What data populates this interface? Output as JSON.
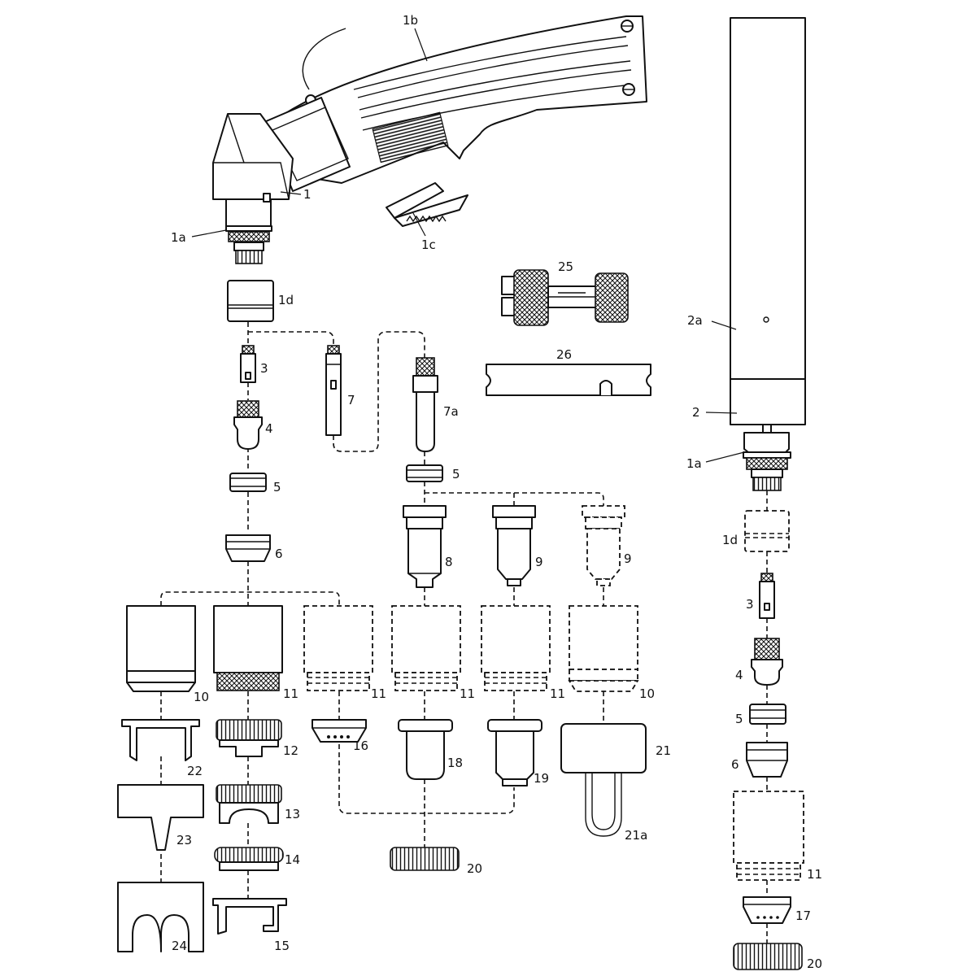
{
  "labels": {
    "p1": "1",
    "p1a": "1a",
    "p1b": "1b",
    "p1c": "1c",
    "p1d": "1d",
    "p1a_r": "1a",
    "p1d_r": "1d",
    "p2": "2",
    "p2a": "2a",
    "p3": "3",
    "p3_r": "3",
    "p4": "4",
    "p4_r": "4",
    "p5": "5",
    "p5b": "5",
    "p5_r": "5",
    "p6": "6",
    "p6_r": "6",
    "p7": "7",
    "p7a": "7a",
    "p8": "8",
    "p9": "9",
    "p9b": "9",
    "p10": "10",
    "p10b": "10",
    "p11a": "11",
    "p11b": "11",
    "p11c": "11",
    "p11d": "11",
    "p11_r": "11",
    "p12": "12",
    "p13": "13",
    "p14": "14",
    "p15": "15",
    "p16": "16",
    "p17": "17",
    "p18": "18",
    "p19": "19",
    "p20": "20",
    "p20_r": "20",
    "p21": "21",
    "p21a": "21a",
    "p22": "22",
    "p23": "23",
    "p24": "24",
    "p25": "25",
    "p26": "26"
  }
}
